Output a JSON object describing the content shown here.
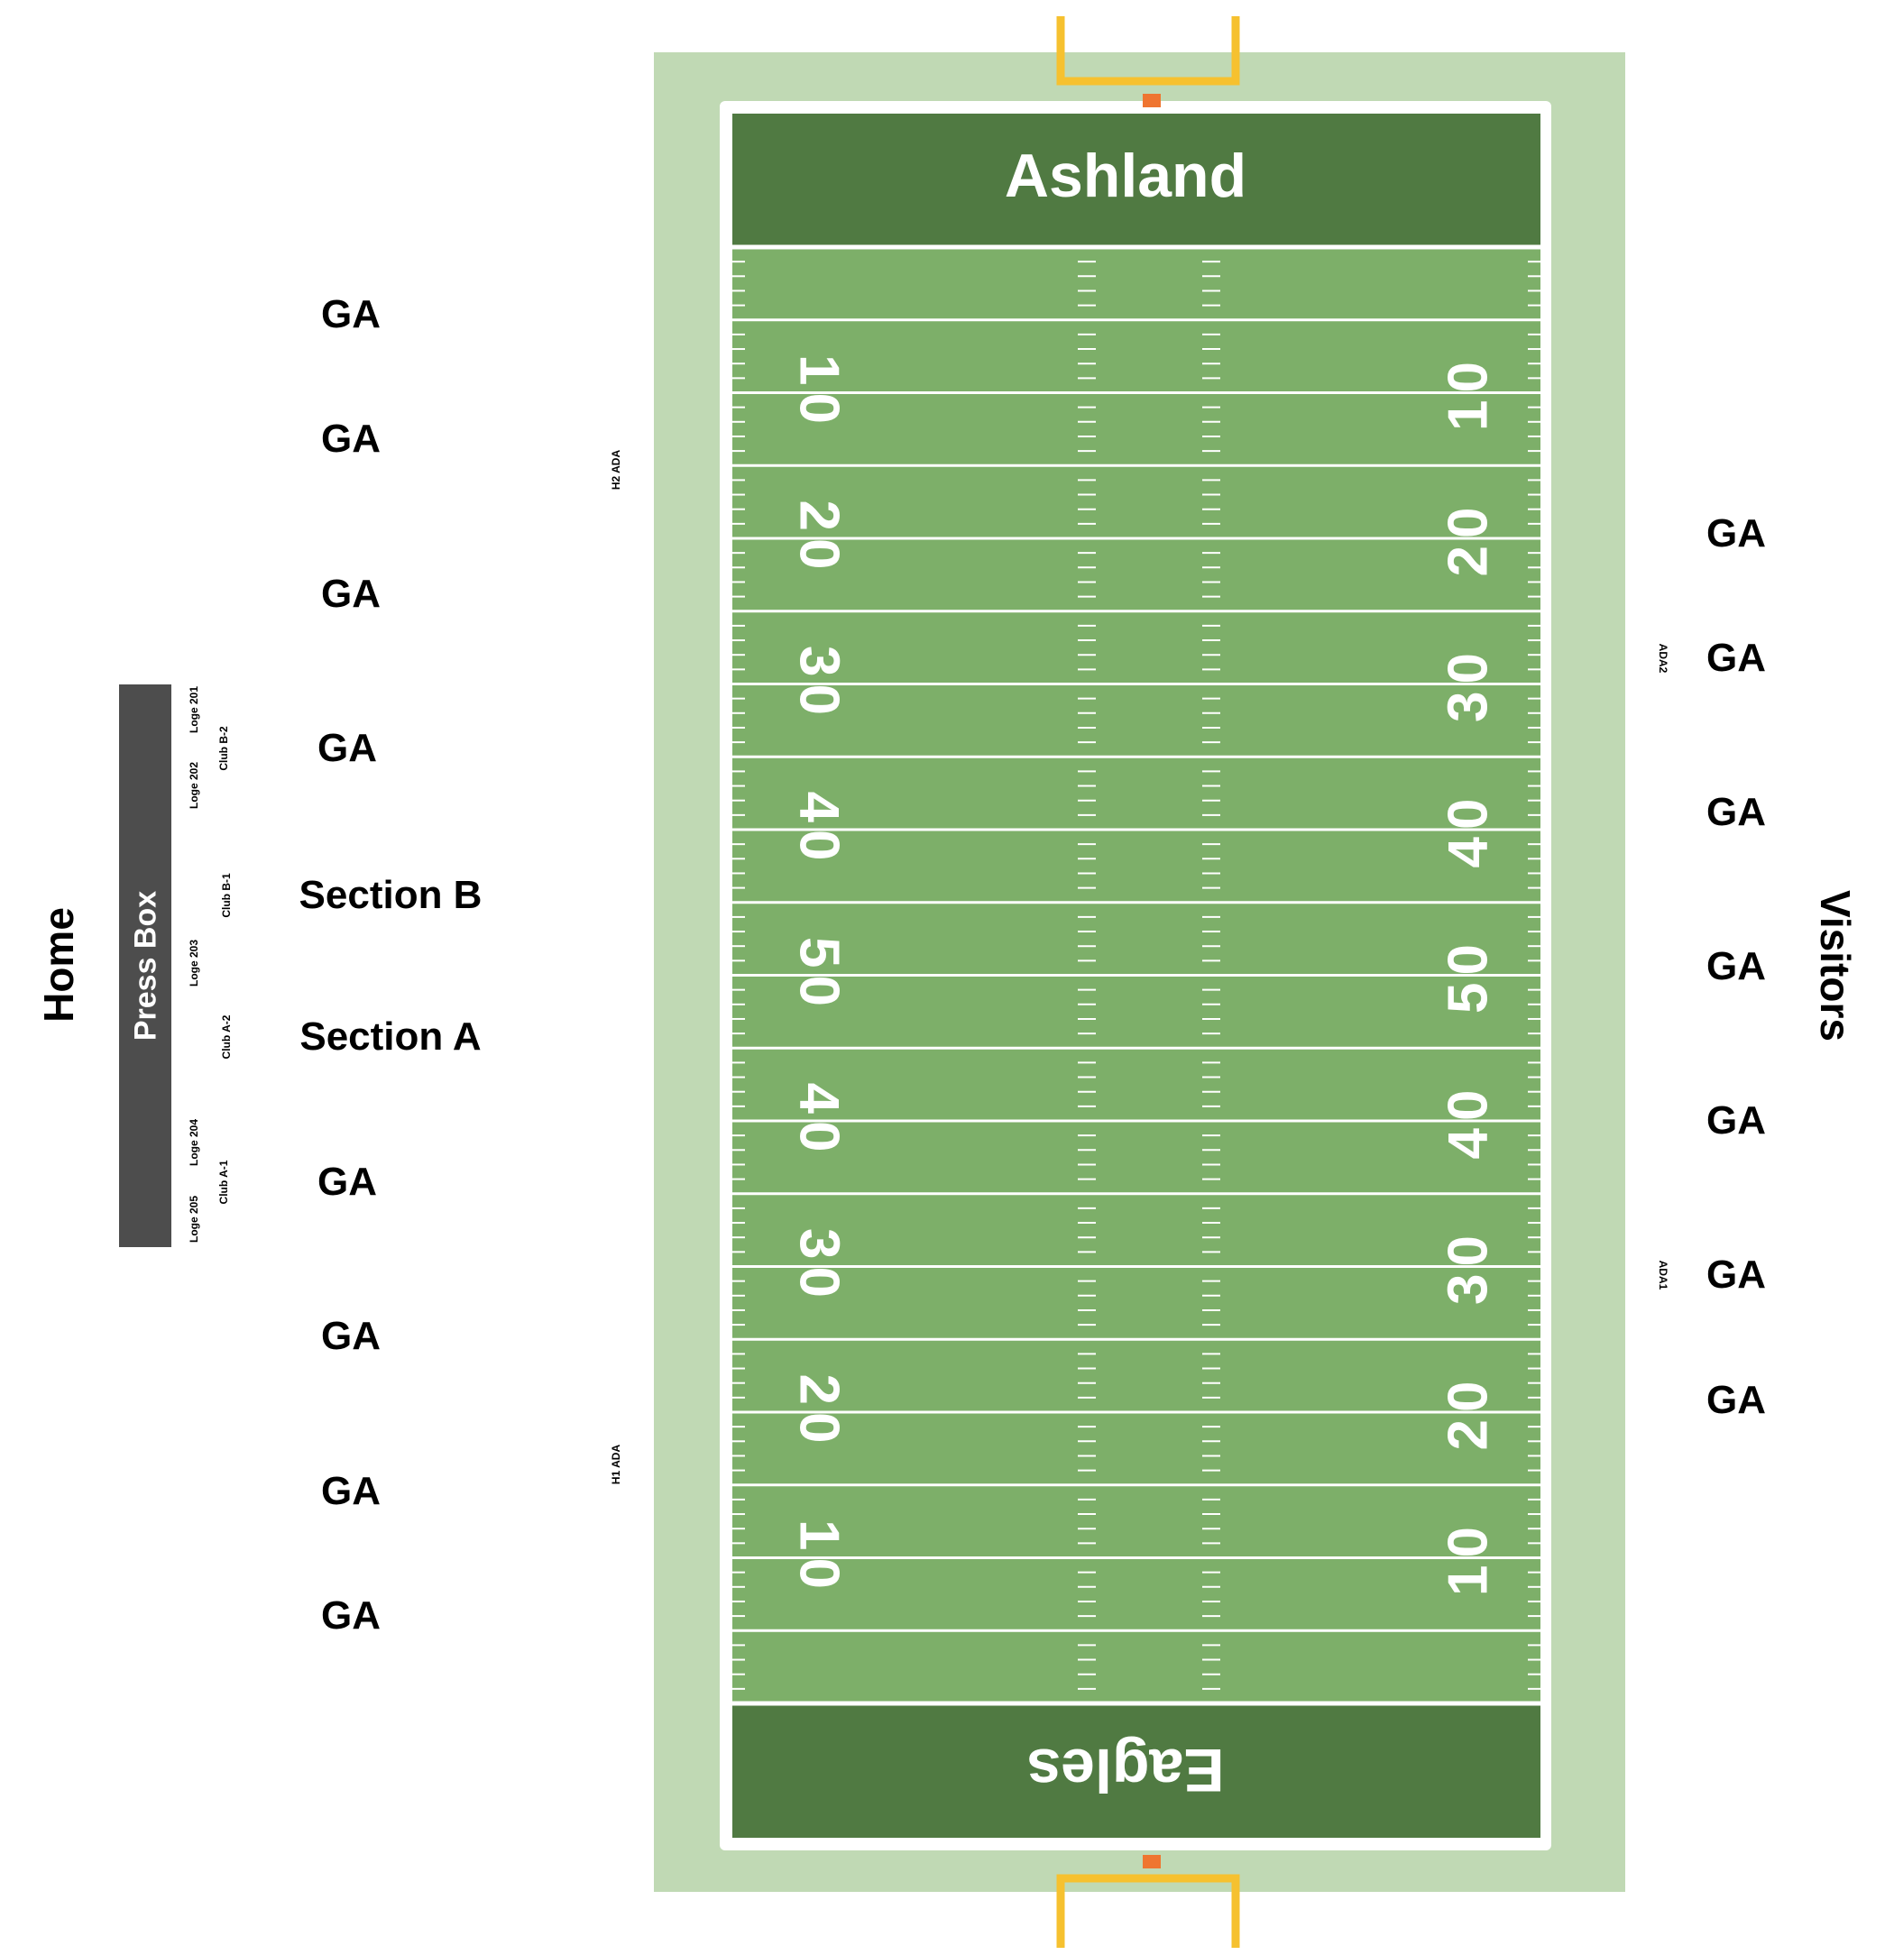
{
  "field": {
    "top_endzone": "Ashland",
    "bottom_endzone": "Eagles",
    "yard_numbers": [
      "10",
      "20",
      "30",
      "40",
      "50",
      "40",
      "30",
      "20",
      "10"
    ]
  },
  "stands": {
    "home_label": "Home",
    "visitors_label": "Visitors",
    "press_box": "Press Box",
    "home_sections": [
      "GA",
      "GA",
      "GA",
      "GA",
      "Section B",
      "Section A",
      "GA",
      "GA",
      "GA",
      "GA"
    ],
    "visitor_sections": [
      "GA",
      "GA",
      "GA",
      "GA",
      "GA",
      "GA",
      "GA"
    ],
    "loges": [
      "Loge 201",
      "Loge 202",
      "Loge 203",
      "Loge 204",
      "Loge 205"
    ],
    "clubs": [
      "Club B-2",
      "Club B-1",
      "Club A-2",
      "Club A-1"
    ],
    "ada": [
      "H2 ADA",
      "H1 ADA",
      "ADA2",
      "ADA1"
    ]
  },
  "colors": {
    "surround": "#c0d9b4",
    "turf": "#7daf69",
    "endzone": "#507a42",
    "line": "#ffffff",
    "goalpost": "#f6c12f",
    "marker": "#ef7530",
    "press_box": "#4d4d4d"
  }
}
